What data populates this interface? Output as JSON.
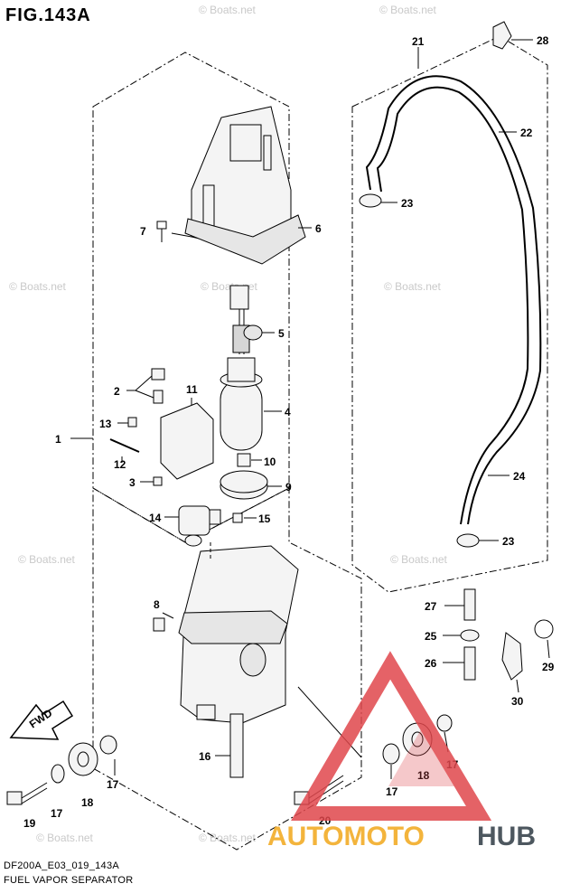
{
  "figure": {
    "title": "FIG.143A",
    "model_code": "DF200A_E03_019_143A",
    "assembly_name": "FUEL VAPOR SEPARATOR"
  },
  "watermark": {
    "text": "© Boats.net",
    "color": "#c8c8c8"
  },
  "brand_logo": {
    "wordmark_part1": "AUTOMOTO",
    "wordmark_part2": "HUB",
    "color_red": "#e0474c",
    "color_orange": "#f2a71b",
    "color_dark": "#2e3a44"
  },
  "direction_arrow": {
    "label": "FWD"
  },
  "callouts": [
    "1",
    "2",
    "3",
    "4",
    "5",
    "6",
    "7",
    "8",
    "9",
    "10",
    "11",
    "12",
    "13",
    "14",
    "15",
    "16",
    "17",
    "17",
    "17",
    "18",
    "18",
    "19",
    "20",
    "21",
    "22",
    "23",
    "23",
    "24",
    "25",
    "26",
    "27",
    "28",
    "29",
    "30"
  ],
  "colors": {
    "line": "#000000",
    "part_fill": "#f2f2f2",
    "part_shade": "#cfcfcf"
  }
}
